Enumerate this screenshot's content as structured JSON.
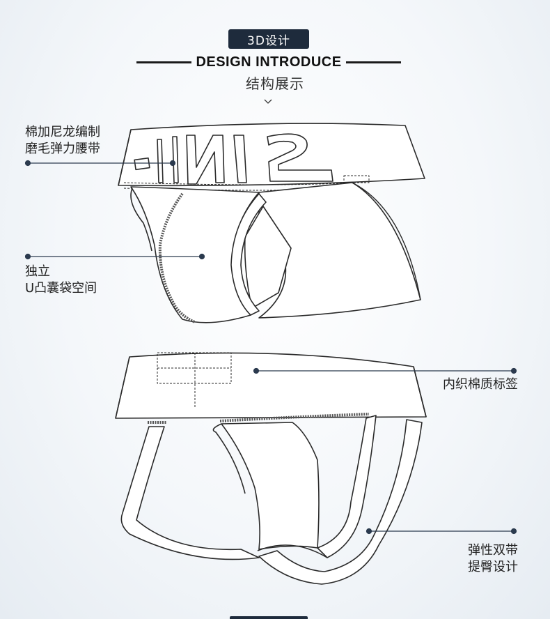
{
  "header": {
    "badge": "3D设计",
    "title": "DESIGN  INTRODUCE",
    "subtitle": "结构展示"
  },
  "callouts": {
    "waistband": [
      "棉加尼龙编制",
      "磨毛弹力腰带"
    ],
    "pouch": [
      "独立",
      "U凸囊袋空间"
    ],
    "label": [
      "内织棉质标签"
    ],
    "straps": [
      "弹性双带",
      "提臀设计"
    ]
  },
  "waistband_logo": "IN2",
  "colors": {
    "badge_bg": "#1e2b3c",
    "line": "#1a1a1a",
    "callout_line": "#2b3a4e"
  }
}
